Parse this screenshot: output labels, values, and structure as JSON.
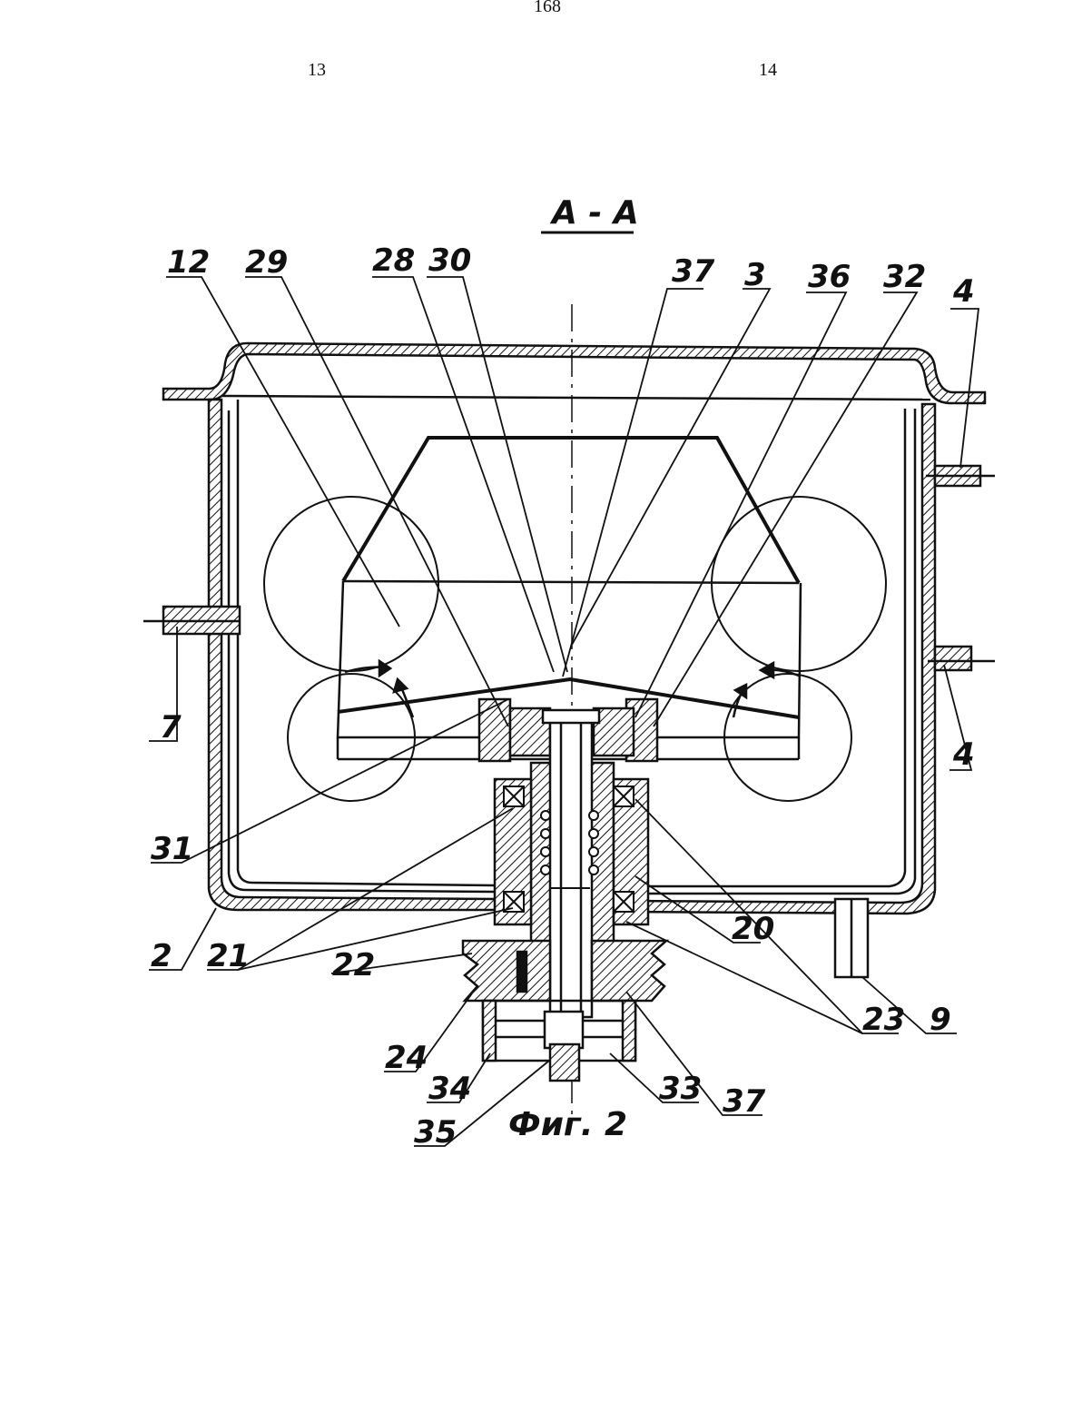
{
  "page": {
    "number": "168",
    "column_left": "13",
    "column_right": "14"
  },
  "figure": {
    "section_title": "A - A",
    "caption": "Фиг. 2",
    "labels": {
      "l12": "12",
      "l29": "29",
      "l28": "28",
      "l30": "30",
      "l37a": "37",
      "l3": "3",
      "l36": "36",
      "l32": "32",
      "l4a": "4",
      "l7": "7",
      "l4b": "4",
      "l31": "31",
      "l2": "2",
      "l21": "21",
      "l20": "20",
      "l22": "22",
      "l23": "23",
      "l9": "9",
      "l24": "24",
      "l34": "34",
      "l33": "33",
      "l37b": "37",
      "l35": "35"
    }
  }
}
